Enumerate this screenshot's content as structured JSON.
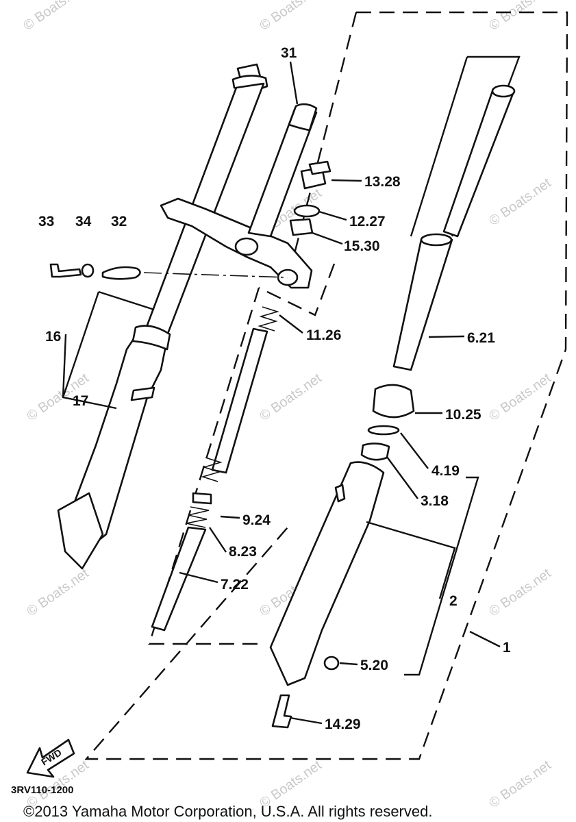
{
  "watermark_text": "© Boats.net",
  "diagram_code": "3RV110-1200",
  "copyright": "©2013 Yamaha Motor Corporation, U.S.A. All rights reserved.",
  "fwd_label": "FWD",
  "callouts": {
    "p31": "31",
    "p13_28": "13.28",
    "p12_27": "12.27",
    "p15_30": "15.30",
    "p33": "33",
    "p34": "34",
    "p32": "32",
    "p11_26": "11.26",
    "p6_21": "6.21",
    "p16": "16",
    "p17": "17",
    "p10_25": "10.25",
    "p4_19": "4.19",
    "p3_18": "3.18",
    "p9_24": "9.24",
    "p8_23": "8.23",
    "p7_22": "7.22",
    "p2": "2",
    "p1": "1",
    "p5_20": "5.20",
    "p14_29": "14.29"
  }
}
